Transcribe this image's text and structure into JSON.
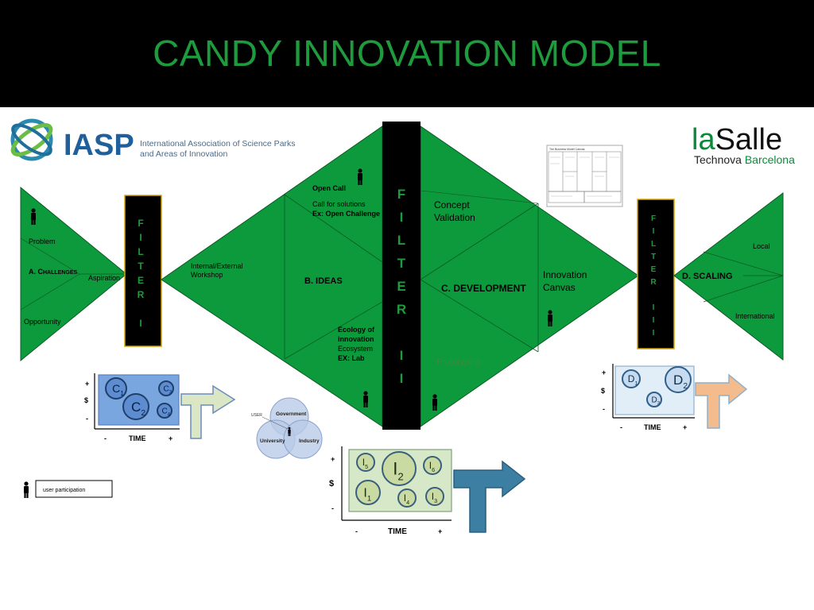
{
  "title": "CANDY INNOVATION MODEL",
  "logos": {
    "iasp": {
      "abbr": "IASP",
      "line1": "International Association of Science Parks",
      "line2": "and Areas of Innovation"
    },
    "lasalle": {
      "name_part1": "la",
      "name_part2": "Salle",
      "line2_part1": "Technova",
      "line2_part2": "Barcelona"
    }
  },
  "colors": {
    "green": "#0d9a3c",
    "black": "#000000",
    "title_green": "#1e9b3c",
    "bubble_blue": "#5f8fd3",
    "bubble_green": "#cfe0a8",
    "arrow_teal": "#3b7fa0",
    "arrow_peach": "#f4bb8c"
  },
  "challenges": {
    "label_prefix": "A. C",
    "label_rest": "HALLENGES",
    "problem": "Problem",
    "aspiration": "Aspiration",
    "opportunity": "Opportunity"
  },
  "filters": {
    "filter1": [
      "F",
      "I",
      "L",
      "T",
      "E",
      "R",
      "",
      "I"
    ],
    "filter2": [
      "F",
      "I",
      "L",
      "T",
      "E",
      "R",
      "",
      "I",
      "I"
    ],
    "filter3": [
      "F",
      "I",
      "L",
      "T",
      "E",
      "R",
      "",
      "I",
      "I",
      "I"
    ]
  },
  "ideas": {
    "label": "B. IDEAS",
    "workshop_line1": "Internal/External",
    "workshop_line2": "Workshop",
    "open_call": "Open Call",
    "call_line1": "Call for solutions",
    "call_line2": "Ex: Open Challenge",
    "ecology_line1": "Ecology of",
    "ecology_line2": "innovation",
    "ecology_line3": "Ecosystem",
    "ecology_line4": "EX: Lab"
  },
  "development": {
    "label": "C. DEVELOPMENT",
    "concept_line1": "Concept",
    "concept_line2": "Validation",
    "canvas_line1": "Innovation",
    "canvas_line2": "Canvas",
    "prototyping": "Prototyping"
  },
  "scaling": {
    "label": "D. SCALING",
    "local": "Local",
    "international": "International"
  },
  "business_canvas_title": "The Business Model Canvas",
  "venn": {
    "user": "USER",
    "government": "Government",
    "university": "University",
    "industry": "Industry"
  },
  "legend": {
    "user_participation": "user participation"
  },
  "bubble_chart_c": {
    "y_plus": "+",
    "y_dollar": "$",
    "y_minus": "-",
    "x_minus": "-",
    "x_label": "TIME",
    "x_plus": "+",
    "bubbles": [
      {
        "letter": "C",
        "sub": "1"
      },
      {
        "letter": "C",
        "sub": "2"
      },
      {
        "letter": "C",
        "sub": "3"
      },
      {
        "letter": "C",
        "sub": "4"
      }
    ]
  },
  "bubble_chart_i": {
    "y_plus": "+",
    "y_dollar": "$",
    "y_minus": "-",
    "x_minus": "-",
    "x_label": "TIME",
    "x_plus": "+",
    "bubbles": [
      {
        "letter": "I",
        "sub": "5"
      },
      {
        "letter": "I",
        "sub": "2"
      },
      {
        "letter": "I",
        "sub": "6"
      },
      {
        "letter": "I",
        "sub": "1"
      },
      {
        "letter": "I",
        "sub": "4"
      },
      {
        "letter": "I",
        "sub": "3"
      }
    ]
  },
  "bubble_chart_d": {
    "y_plus": "+",
    "y_dollar": "$",
    "y_minus": "-",
    "x_minus": "-",
    "x_label": "TIME",
    "x_plus": "+",
    "bubbles": [
      {
        "letter": "D",
        "sub": "1"
      },
      {
        "letter": "D",
        "sub": "2"
      },
      {
        "letter": "D",
        "sub": "3"
      }
    ]
  }
}
